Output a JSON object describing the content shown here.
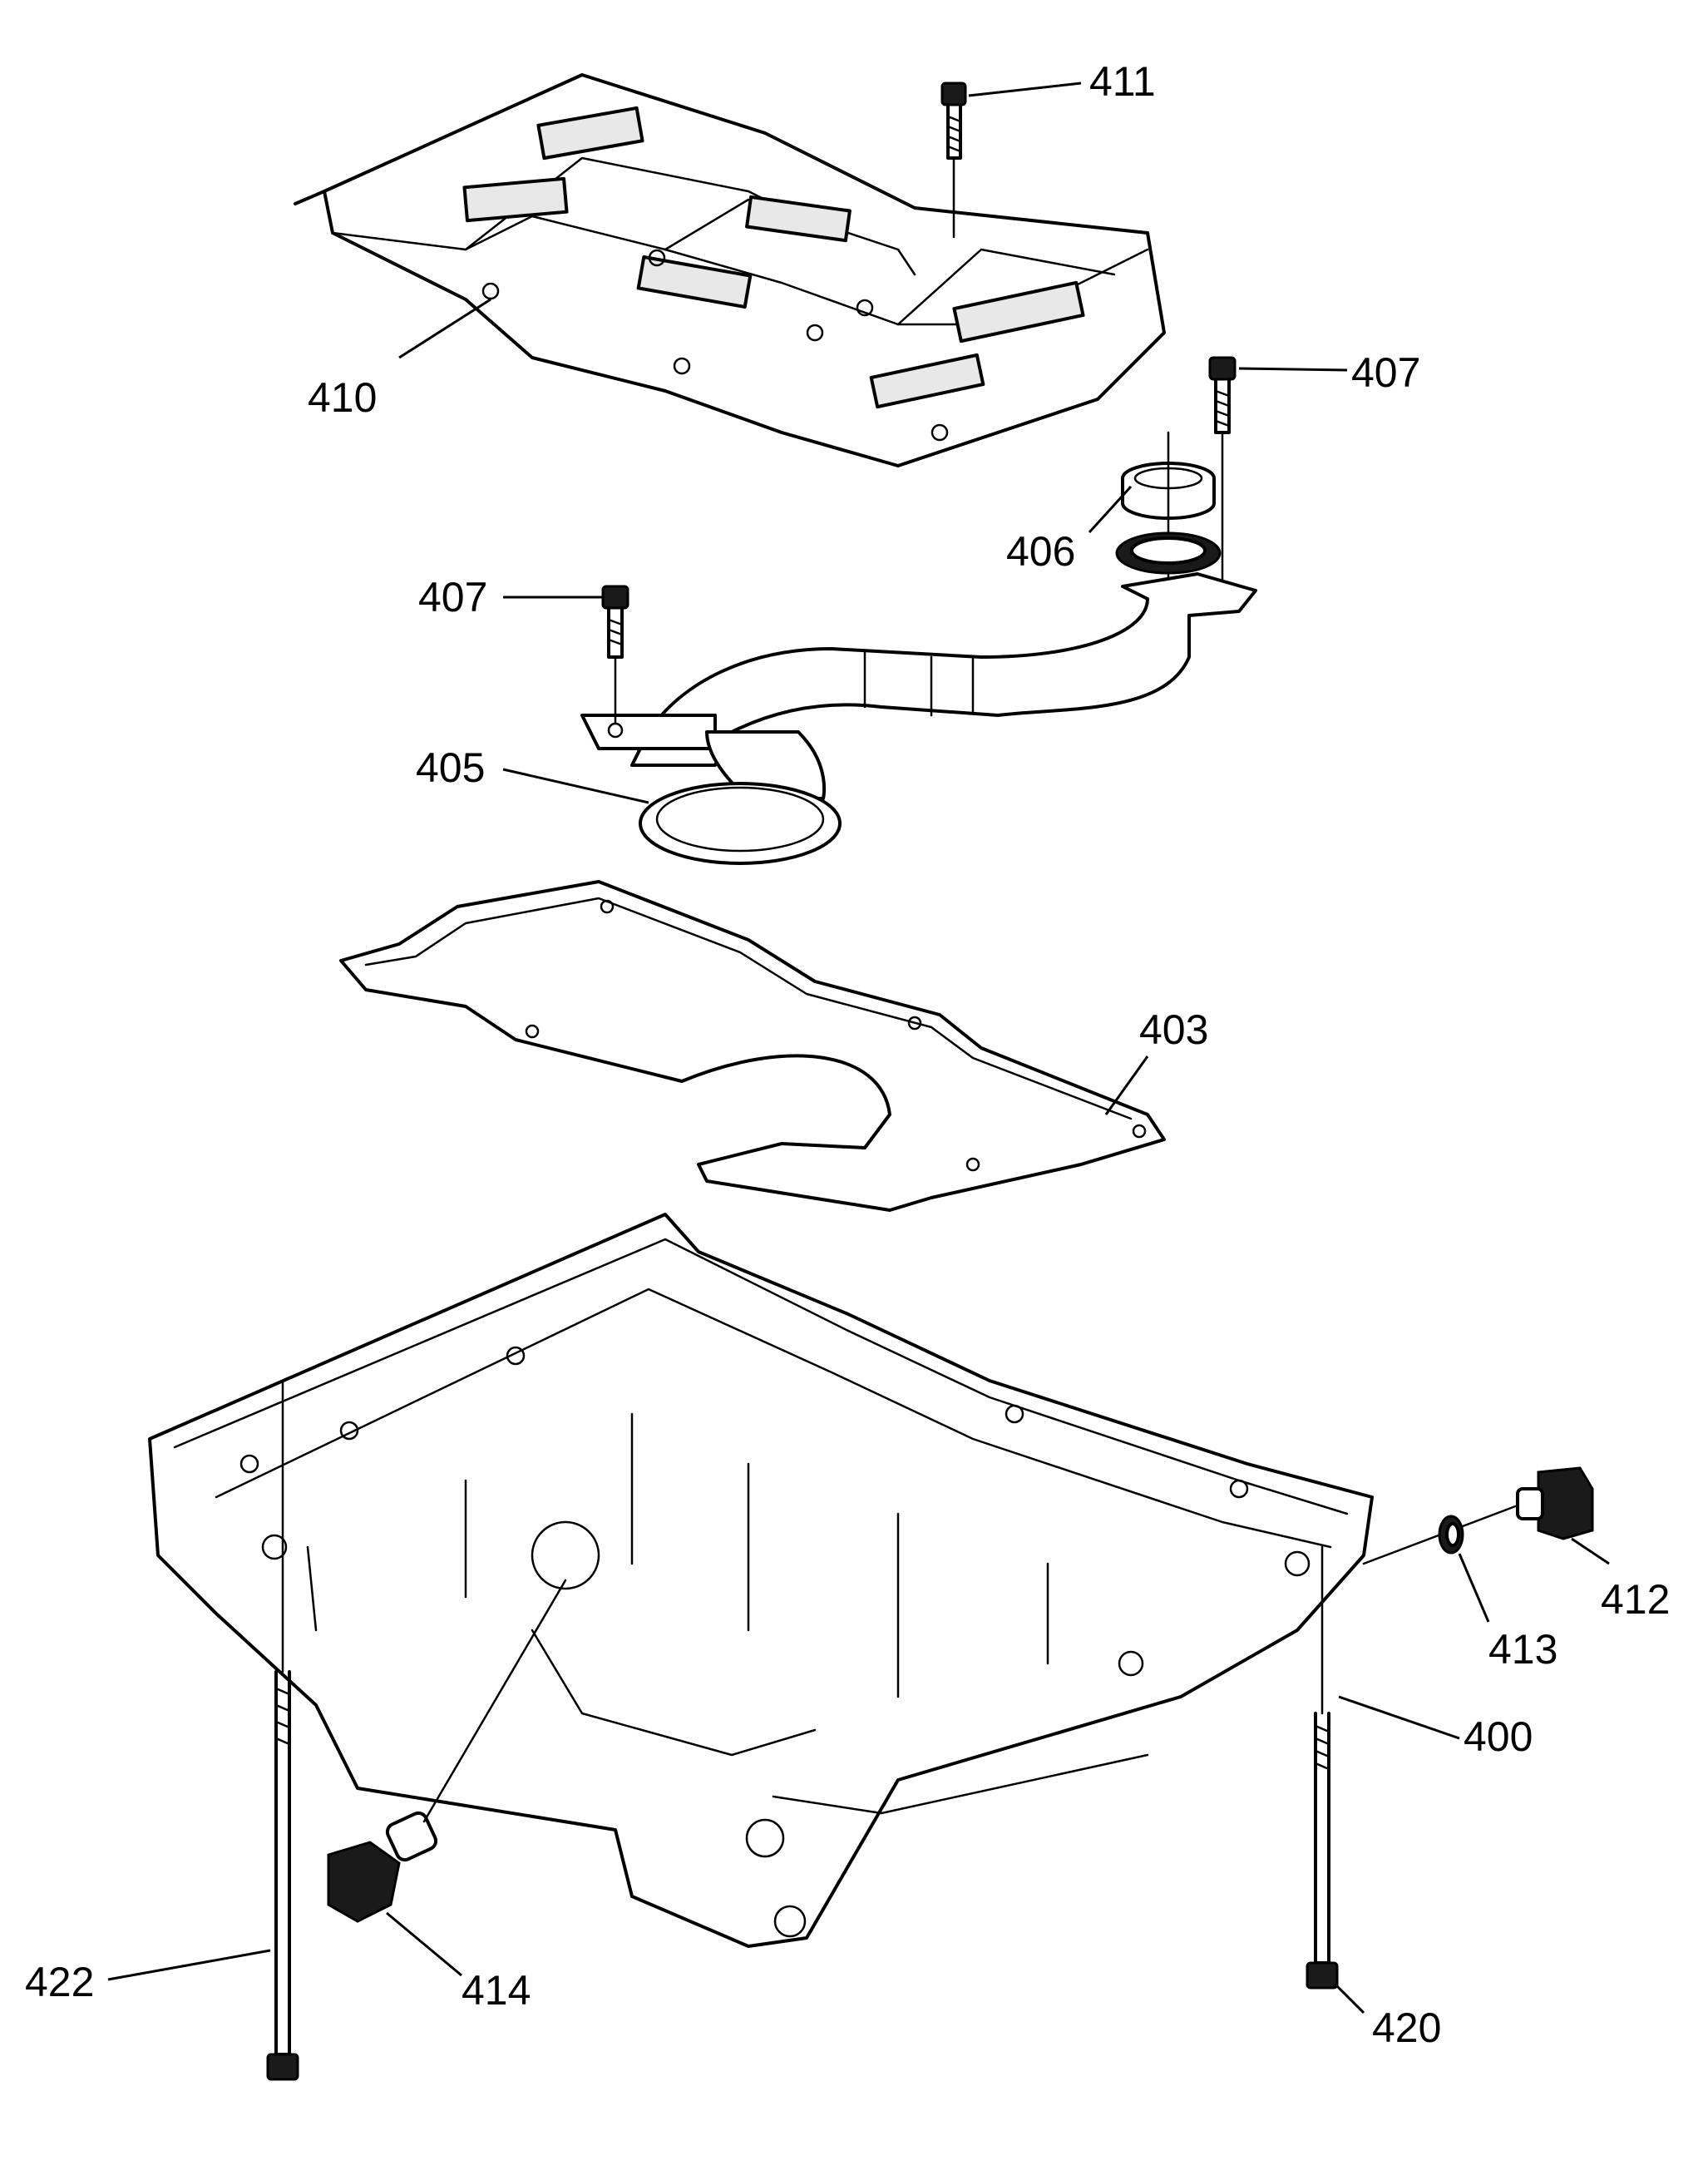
{
  "callouts": {
    "c400": "400",
    "c403": "403",
    "c405": "405",
    "c406": "406",
    "c407a": "407",
    "c407b": "407",
    "c410": "410",
    "c411": "411",
    "c412": "412",
    "c413": "413",
    "c414": "414",
    "c420": "420",
    "c422": "422"
  }
}
